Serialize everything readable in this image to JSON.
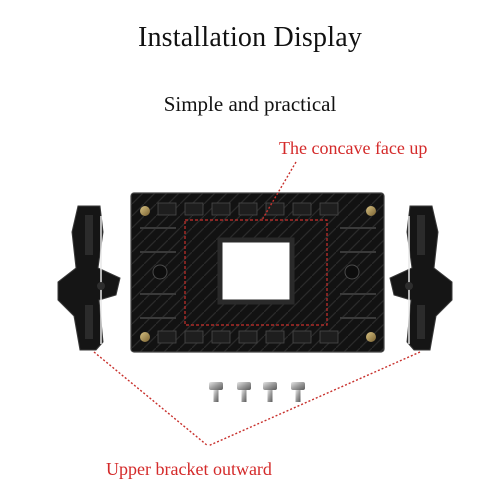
{
  "header": {
    "title": "Installation Display",
    "subtitle": "Simple and practical"
  },
  "callouts": {
    "top": "The concave face up",
    "bottom": "Upper bracket outward"
  },
  "colors": {
    "callout_text": "#d42a2a",
    "dotted_line": "#c8302c",
    "part_body": "#161616"
  },
  "parts": {
    "screw_count": 4
  }
}
